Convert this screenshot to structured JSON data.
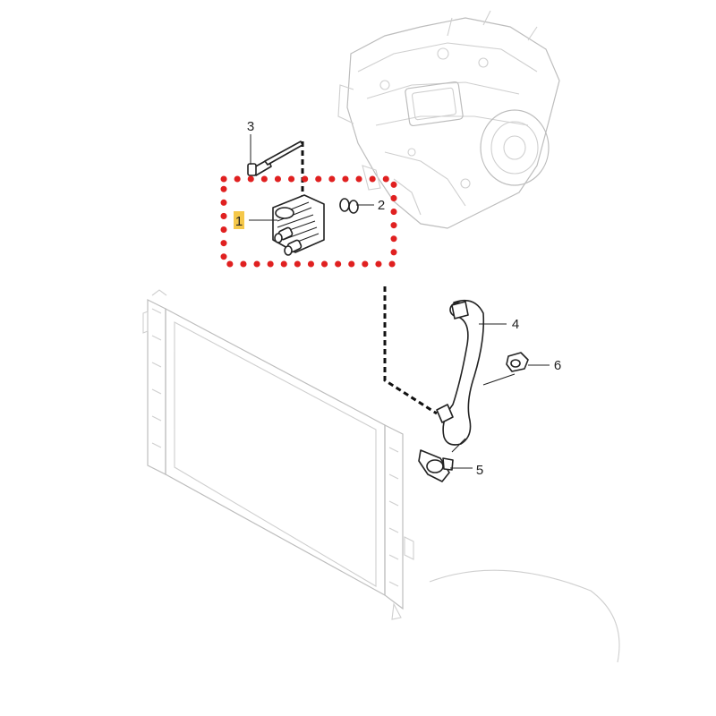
{
  "callouts": [
    {
      "id": "1",
      "label": "1",
      "highlighted": true
    },
    {
      "id": "2",
      "label": "2",
      "highlighted": false
    },
    {
      "id": "3",
      "label": "3",
      "highlighted": false
    },
    {
      "id": "4",
      "label": "4",
      "highlighted": false
    },
    {
      "id": "5",
      "label": "5",
      "highlighted": false
    },
    {
      "id": "6",
      "label": "6",
      "highlighted": false
    }
  ],
  "colors": {
    "highlight_box": "#e02020",
    "callout_highlight": "#f5c84a",
    "line_art": "#222222",
    "faded_art": "#cfcfcf"
  }
}
